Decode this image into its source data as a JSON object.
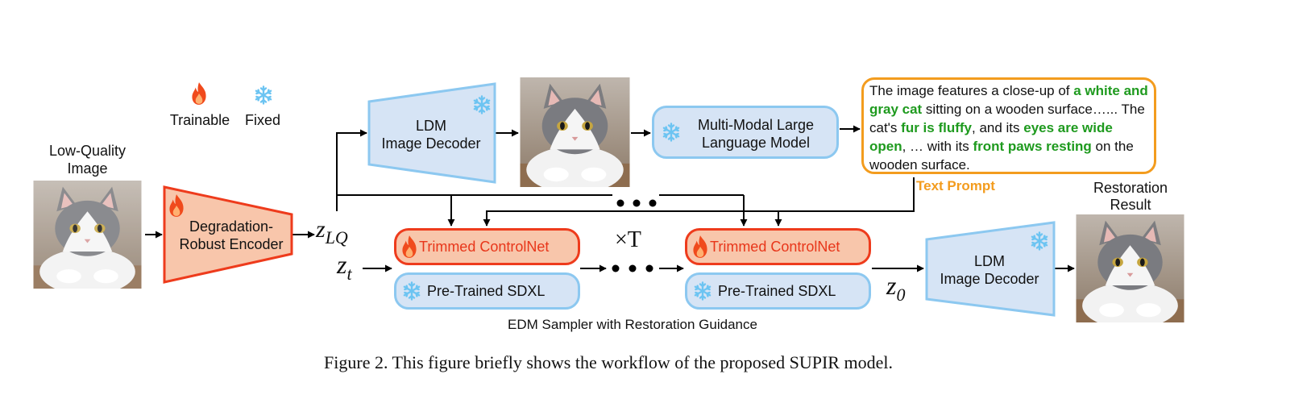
{
  "legend": {
    "trainable": "Trainable",
    "fixed": "Fixed"
  },
  "input": {
    "label_line1": "Low-Quality",
    "label_line2": "Image"
  },
  "encoder": {
    "line1": "Degradation-",
    "line2": "Robust Encoder"
  },
  "latents": {
    "z_lq_base": "z",
    "z_lq_sub": "LQ",
    "z_t_base": "z",
    "z_t_sub": "t",
    "z0_base": "z",
    "z0_sub": "0"
  },
  "decoder_top": {
    "line1": "LDM",
    "line2": "Image Decoder"
  },
  "mllm": {
    "line1": "Multi-Modal Large",
    "line2": "Language Model"
  },
  "prompt": {
    "segments": [
      {
        "text": "The image features a close-up of ",
        "highlight": false
      },
      {
        "text": "a white and gray cat",
        "highlight": true
      },
      {
        "text": " sitting on a wooden surface…... The cat's ",
        "highlight": false
      },
      {
        "text": "fur is fluffy",
        "highlight": true
      },
      {
        "text": ", and its ",
        "highlight": false
      },
      {
        "text": "eyes are wide open",
        "highlight": true
      },
      {
        "text": ", … with its ",
        "highlight": false
      },
      {
        "text": "front paws resting",
        "highlight": true
      },
      {
        "text": " on the wooden surface.",
        "highlight": false
      }
    ],
    "label": "Text Prompt"
  },
  "sampler": {
    "controlnet_1": "Trimmed ControlNet",
    "controlnet_2": "Trimmed ControlNet",
    "sdxl_1": "Pre-Trained SDXL",
    "sdxl_2": "Pre-Trained SDXL",
    "repeat": "×T",
    "label": "EDM Sampler with Restoration Guidance"
  },
  "decoder_bottom": {
    "line1": "LDM",
    "line2": "Image Decoder"
  },
  "output": {
    "label_line1": "Restoration",
    "label_line2": "Result"
  },
  "caption": "Figure 2. This figure briefly shows the workflow of the proposed SUPIR model.",
  "colors": {
    "trainable_fill": "#f8c6ab",
    "trainable_border": "#ee3b1c",
    "fixed_fill": "#d6e4f5",
    "fixed_border": "#8cc8f0",
    "prompt_border": "#f39c1e",
    "highlight_text": "#1e9a1e"
  },
  "icons": {
    "trainable": "flame-icon",
    "fixed": "snowflake-icon"
  }
}
